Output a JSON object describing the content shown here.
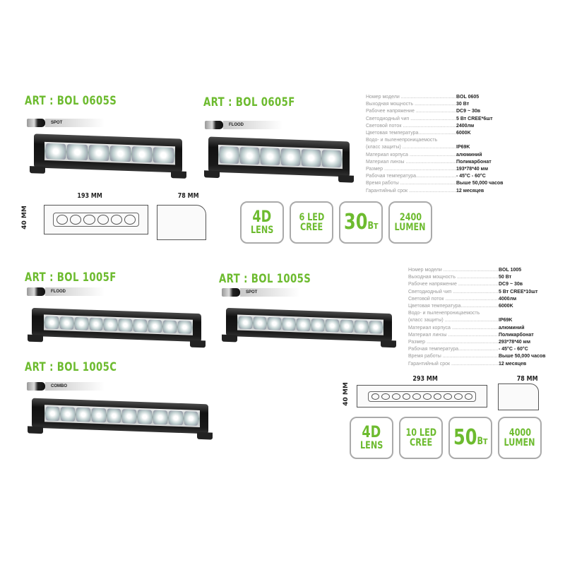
{
  "products": {
    "p0605s": {
      "art": "ART :  BOL 0605S",
      "beam": "SPOT"
    },
    "p0605f": {
      "art": "ART :  BOL 0605F",
      "beam": "FLOOD"
    },
    "p1005f": {
      "art": "ART :  BOL 1005F",
      "beam": "FLOOD"
    },
    "p1005s": {
      "art": "ART :  BOL 1005S",
      "beam": "SPOT"
    },
    "p1005c": {
      "art": "ART :  BOL 1005C",
      "beam": "COMBO"
    }
  },
  "drawing1": {
    "length": "193 MM",
    "depth": "78 MM",
    "height": "40 MM"
  },
  "drawing2": {
    "length": "293 MM",
    "depth": "78 MM",
    "height": "40 MM"
  },
  "specs1": [
    {
      "k": "Номер модели ",
      "v": "BOL 0605"
    },
    {
      "k": "Выходная мощность ",
      "v": "30 Вт"
    },
    {
      "k": "Рабочее напряжение ",
      "v": "DC9 ~ 30в"
    },
    {
      "k": "Светодиодный чип ",
      "v": "5 Вт CREE*6шт"
    },
    {
      "k": "Световой поток ",
      "v": "2400лм"
    },
    {
      "k": "Цветовая температура",
      "v": "6000K"
    },
    {
      "k": "Водо- и пыленепроницаемость",
      "v": ""
    },
    {
      "k": "(класс защиты) ",
      "v": "IP69K"
    },
    {
      "k": "Материал корпуса ",
      "v": "алюминий"
    },
    {
      "k": "Материал линзы ",
      "v": "Поликарбонат"
    },
    {
      "k": "Размер ",
      "v": "193*78*40 мм"
    },
    {
      "k": "Рабочая температура",
      "v": "- 45°C - 60°C"
    },
    {
      "k": "Время работы ",
      "v": "Выше 50,000 часов"
    },
    {
      "k": "Гарантийный срок ",
      "v": "12 месяцев"
    }
  ],
  "specs2": [
    {
      "k": "Номер модели ",
      "v": "BOL 1005"
    },
    {
      "k": "Выходная мощность ",
      "v": "50 Вт"
    },
    {
      "k": "Рабочее напряжение ",
      "v": "DC9 ~ 30в"
    },
    {
      "k": "Светодиодный чип ",
      "v": "5 Вт CREE*10шт"
    },
    {
      "k": "Световой поток ",
      "v": "4000лм"
    },
    {
      "k": "Цветовая температура",
      "v": "6000K"
    },
    {
      "k": "Водо- и пыленепроницаемость",
      "v": ""
    },
    {
      "k": "(класс защиты) ",
      "v": "IP69K"
    },
    {
      "k": "Материал корпуса ",
      "v": "алюминий"
    },
    {
      "k": "Материал линзы ",
      "v": "Поликарбонат"
    },
    {
      "k": "Размер ",
      "v": "293*78*40 мм"
    },
    {
      "k": "Рабочая температура",
      "v": "- 45°C - 60°C"
    },
    {
      "k": "Время работы ",
      "v": "Выше 50,000 часов"
    },
    {
      "k": "Гарантийный срок ",
      "v": "12 месяцев"
    }
  ],
  "badges1": {
    "lens_a": "4D",
    "lens_b": "LENS",
    "led_a": "6 LED",
    "led_b": "CREE",
    "power": "30",
    "power_unit": "Вт",
    "lumen_a": "2400",
    "lumen_b": "LUMEN"
  },
  "badges2": {
    "lens_a": "4D",
    "lens_b": "LENS",
    "led_a": "10 LED",
    "led_b": "CREE",
    "power": "50",
    "power_unit": "Вт",
    "lumen_a": "4000",
    "lumen_b": "LUMEN"
  },
  "colors": {
    "accent": "#6dbb2f"
  }
}
